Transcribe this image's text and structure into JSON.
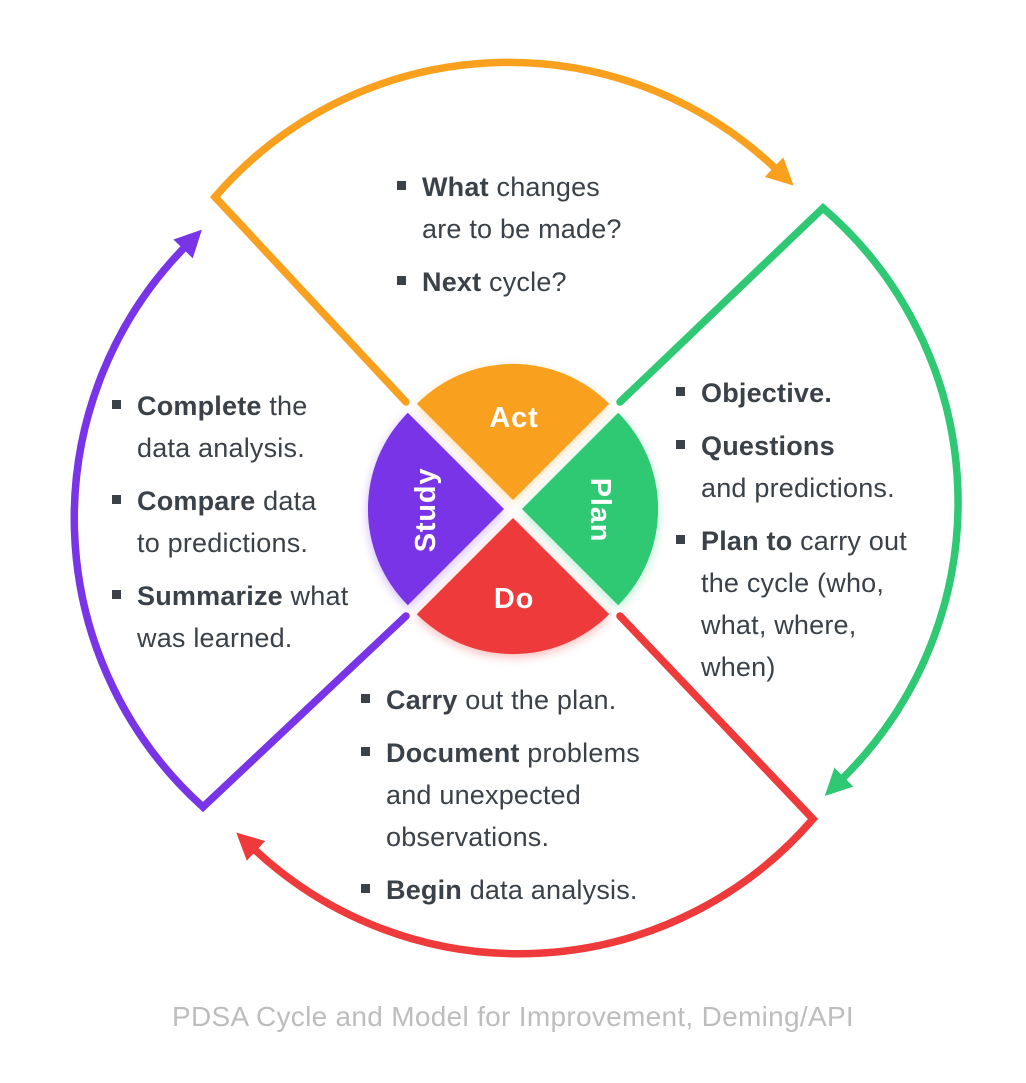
{
  "caption": "PDSA Cycle and Model for Improvement, Deming/API",
  "colors": {
    "act_orange": "#F9A11E",
    "plan_green": "#2FC873",
    "do_red": "#EE3A3A",
    "study_purple": "#7A34E8",
    "body_text": "#3A4148",
    "caption_text": "#BDBDBD",
    "wedge_label_text": "#FFFFFF"
  },
  "wedges": {
    "act": "Act",
    "plan": "Plan",
    "do": "Do",
    "study": "Study"
  },
  "lists": {
    "act": [
      [
        [
          "What",
          " changes"
        ],
        [
          "",
          "are to be made?"
        ]
      ],
      [
        [
          "Next",
          " cycle?"
        ]
      ]
    ],
    "plan": [
      [
        [
          "Objective.",
          ""
        ]
      ],
      [
        [
          "Questions",
          ""
        ],
        [
          "",
          "and predictions."
        ]
      ],
      [
        [
          "Plan to",
          " carry out"
        ],
        [
          "",
          "the cycle (who,"
        ],
        [
          "",
          "what, where,"
        ],
        [
          "",
          "when)"
        ]
      ]
    ],
    "study": [
      [
        [
          "Complete",
          " the"
        ],
        [
          "",
          "data analysis."
        ]
      ],
      [
        [
          "Compare",
          " data"
        ],
        [
          "",
          "to predictions."
        ]
      ],
      [
        [
          "Summarize",
          " what"
        ],
        [
          "",
          "was learned."
        ]
      ]
    ],
    "do": [
      [
        [
          "Carry",
          " out the plan."
        ]
      ],
      [
        [
          "Document",
          " problems"
        ],
        [
          "",
          "and unexpected"
        ],
        [
          "",
          "observations."
        ]
      ],
      [
        [
          "Begin",
          " data analysis."
        ]
      ]
    ]
  }
}
